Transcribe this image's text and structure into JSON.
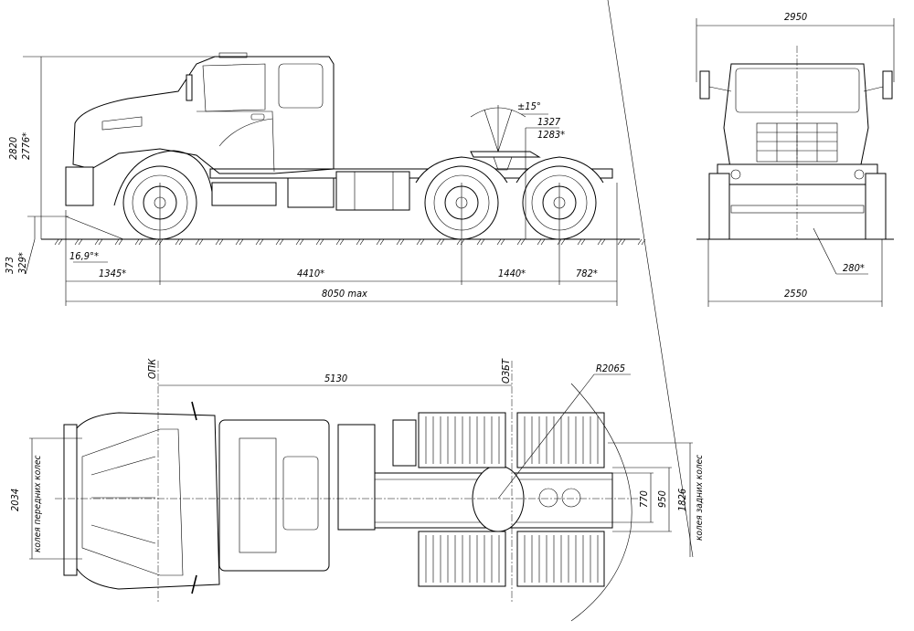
{
  "side_view": {
    "height_total": "2820",
    "height_loaded": "2776*",
    "ground_clearance": "373",
    "ground_clearance_loaded": "329*",
    "approach_angle": "16,9°*",
    "fifth_wheel_swing": "±15°",
    "fifth_wheel_height": "1327",
    "fifth_wheel_height_loaded": "1283*",
    "front_overhang": "1345*",
    "wheelbase_front": "4410*",
    "wheelbase_rear": "1440*",
    "rear_overhang": "782*",
    "overall_length": "8050 max"
  },
  "front_view": {
    "overall_width_mirrors": "2950",
    "overall_width": "2550",
    "axle_clearance": "280*"
  },
  "top_view": {
    "front_axle_mark": "ОПК",
    "rear_bogie_mark": "ОЗБТ",
    "fifth_wheel_offset": "5130",
    "turning_radius": "R2065",
    "front_track": "2034",
    "front_track_label": "колея передних колес",
    "rear_track": "1826",
    "rear_track_label": "колея задних колес",
    "frame_width_inner": "770",
    "frame_width_outer": "950"
  }
}
